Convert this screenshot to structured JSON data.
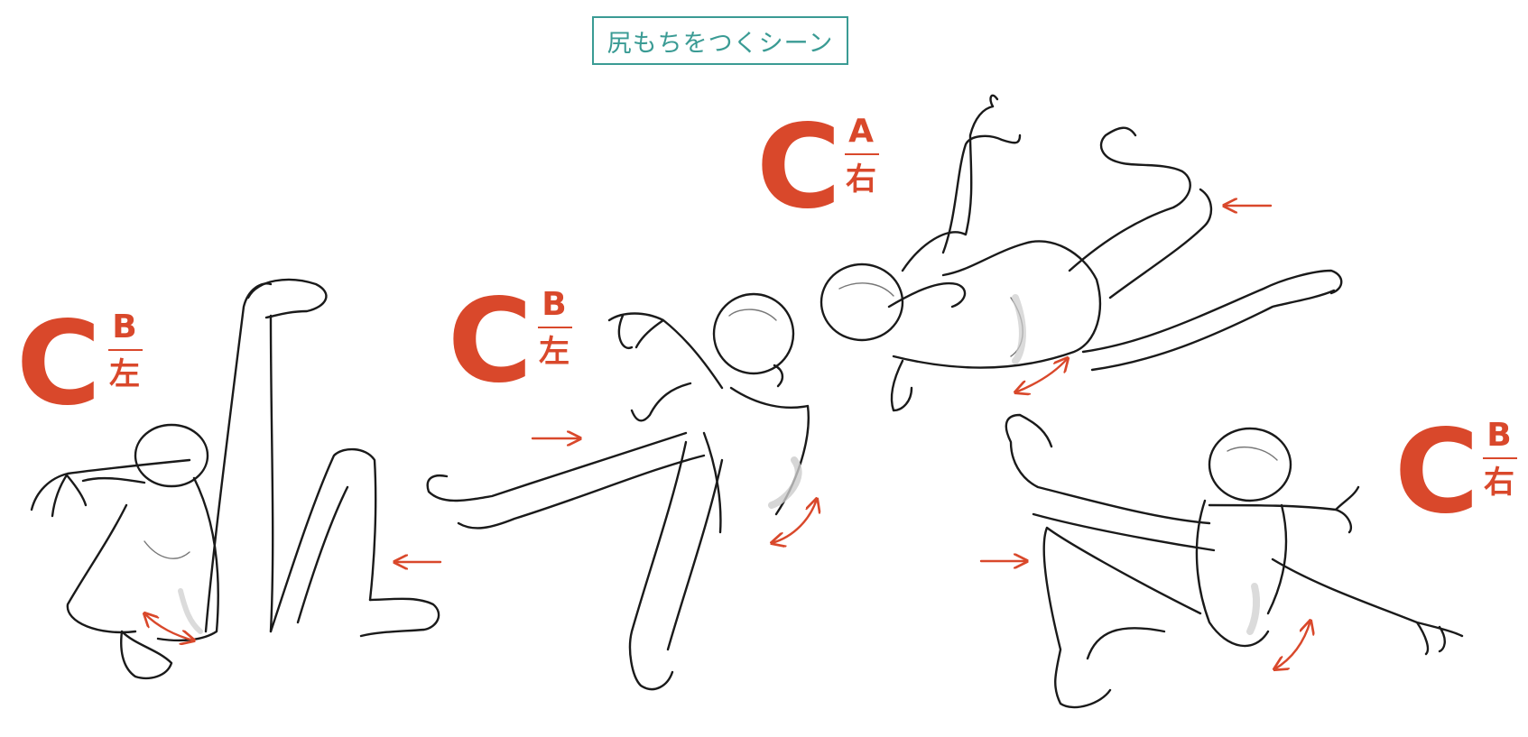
{
  "title": "尻もちをつくシーン",
  "colors": {
    "accent_red": "#d9482b",
    "title_teal": "#3a9b94",
    "line": "#1a1a1a",
    "shade": "#d8d8d8"
  },
  "labels": [
    {
      "letter": "C",
      "top": "B",
      "bottom": "左"
    },
    {
      "letter": "C",
      "top": "B",
      "bottom": "左"
    },
    {
      "letter": "C",
      "top": "A",
      "bottom": "右"
    },
    {
      "letter": "C",
      "top": "B",
      "bottom": "右"
    }
  ],
  "figures": [
    "figure-falling-left-legs-up",
    "figure-falling-center-seated",
    "figure-lying-right-top",
    "figure-falling-right-bottom"
  ],
  "icons": [
    "arrow-left-icon",
    "arrow-right-icon",
    "curved-double-arrow-icon"
  ]
}
